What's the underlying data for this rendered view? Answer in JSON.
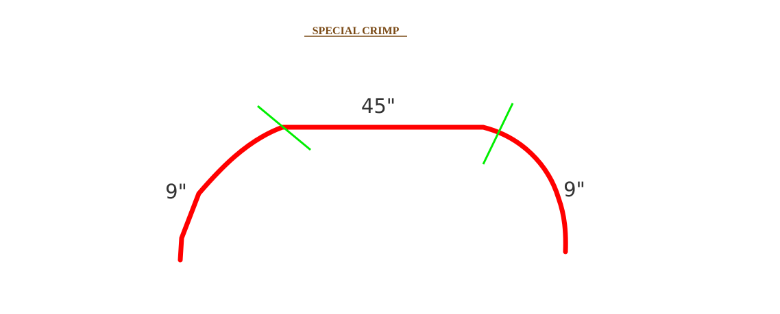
{
  "title": "SPECIAL CRIMP",
  "dimensions": {
    "top_length": "45\"",
    "left_arc": "9\"",
    "right_arc": "9\""
  },
  "colors": {
    "profile": "#ff0000",
    "break_marks": "#00ee00",
    "title": "#7a4a16",
    "labels": "#333333"
  }
}
